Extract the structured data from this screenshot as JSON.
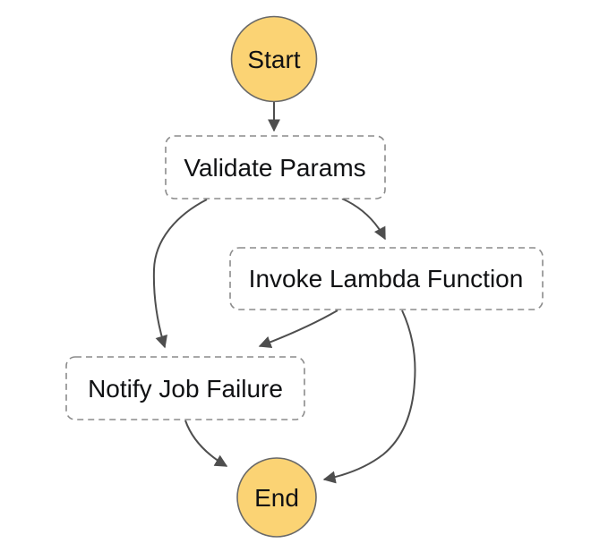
{
  "diagram": {
    "title": "state-machine-flow",
    "colors": {
      "background": "#FFFFFF",
      "terminal_node_fill": "#FBD374",
      "terminal_node_stroke": "#696969",
      "task_node_border": "#8C8C8C",
      "edge": "#4E4E4E",
      "text": "#101113"
    },
    "nodes": {
      "start": {
        "label": "Start",
        "shape": "circle"
      },
      "validate_params": {
        "label": "Validate Params",
        "shape": "dashed-rounded-rect"
      },
      "invoke_lambda": {
        "label": "Invoke Lambda Function",
        "shape": "dashed-rounded-rect"
      },
      "notify_failure": {
        "label": "Notify Job Failure",
        "shape": "dashed-rounded-rect"
      },
      "end": {
        "label": "End",
        "shape": "circle"
      }
    },
    "edges": [
      {
        "from": "Start",
        "to": "Validate Params"
      },
      {
        "from": "Validate Params",
        "to": "Invoke Lambda Function"
      },
      {
        "from": "Validate Params",
        "to": "Notify Job Failure"
      },
      {
        "from": "Invoke Lambda Function",
        "to": "Notify Job Failure"
      },
      {
        "from": "Invoke Lambda Function",
        "to": "End"
      },
      {
        "from": "Notify Job Failure",
        "to": "End"
      }
    ]
  }
}
